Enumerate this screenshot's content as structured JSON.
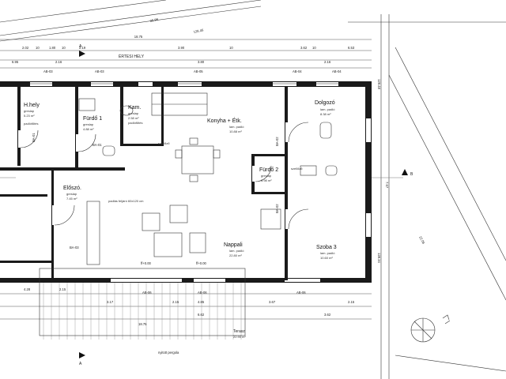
{
  "rooms": {
    "hhely": {
      "name": "H.hely",
      "floor": "greslap",
      "area": "5.23 m²",
      "note": "padlófűtés"
    },
    "furdo1": {
      "name": "Fürdő 1",
      "floor": "greslap",
      "area": "4.88 m²"
    },
    "kam": {
      "name": "Kam.",
      "floor": "greslap",
      "area": "2.58 m²",
      "note": "padlófűtés"
    },
    "konyha": {
      "name": "Konyha + Étk.",
      "floor": "lam. padló",
      "area": "10.88 m²"
    },
    "dolgozo": {
      "name": "Dolgozó",
      "floor": "lam. padló",
      "area": "8.38 m²"
    },
    "furdo2": {
      "name": "Fürdő 2",
      "floor": "greslap",
      "area": "3.98 m²"
    },
    "eloszoba": {
      "name": "Előszó.",
      "floor": "greslap",
      "area": "7.45 m²"
    },
    "nappali": {
      "name": "Nappali",
      "floor": "lam. padló",
      "area": "22.80 m²"
    },
    "szoba3": {
      "name": "Szoba 3",
      "floor": "lam. padló",
      "area": "10.60 m²"
    },
    "terasz": {
      "name": "Terasz",
      "area": "22.90 m²"
    }
  },
  "labels": {
    "ertesi_hely": "ÉRTESI HELY",
    "nyitott_pergola": "nyitott pergola",
    "section_a_top": "A",
    "section_a_bottom": "A",
    "section_b": "B",
    "padlas": "padlás feljáró\n60x120 cm",
    "szellozo": "szellőző"
  },
  "dimensions": {
    "top_total": "18.75",
    "top_sub": [
      "6.95",
      "2.16",
      "3.80",
      "2.16"
    ],
    "top_row": [
      "2.02",
      "10",
      "1.80",
      "10",
      "2.19",
      "3.90",
      "10",
      "3.62",
      "10",
      "6.53"
    ],
    "bottom_row": [
      "4.28",
      "2.15",
      "3.17",
      "2.15",
      "4.85",
      "2.15",
      "3.67",
      "2.15"
    ],
    "bottom_total": "18.75",
    "bottom_sub": [
      "6.62",
      "3.62"
    ],
    "diag_top": "35.99",
    "diag_top2": "128.45",
    "right_v": "7.67",
    "right_diag": "22.06",
    "right_a": "129.48",
    "right_b": "128.34"
  },
  "tags": {
    "top_axes": [
      "AB-03",
      "AB-03",
      "AB-05",
      "AB-04",
      "AB-04"
    ],
    "bottom_axes": [
      "AB-06",
      "AB-06",
      "AB-06"
    ],
    "door_marks": [
      "BA-01",
      "BA-01",
      "BA-02",
      "BA-02",
      "BA-03"
    ],
    "ff": [
      "ff+0.00",
      "ff+0.00"
    ],
    "window_dims": [
      "90",
      "90",
      "120",
      "90",
      "210",
      "80",
      "90"
    ]
  }
}
